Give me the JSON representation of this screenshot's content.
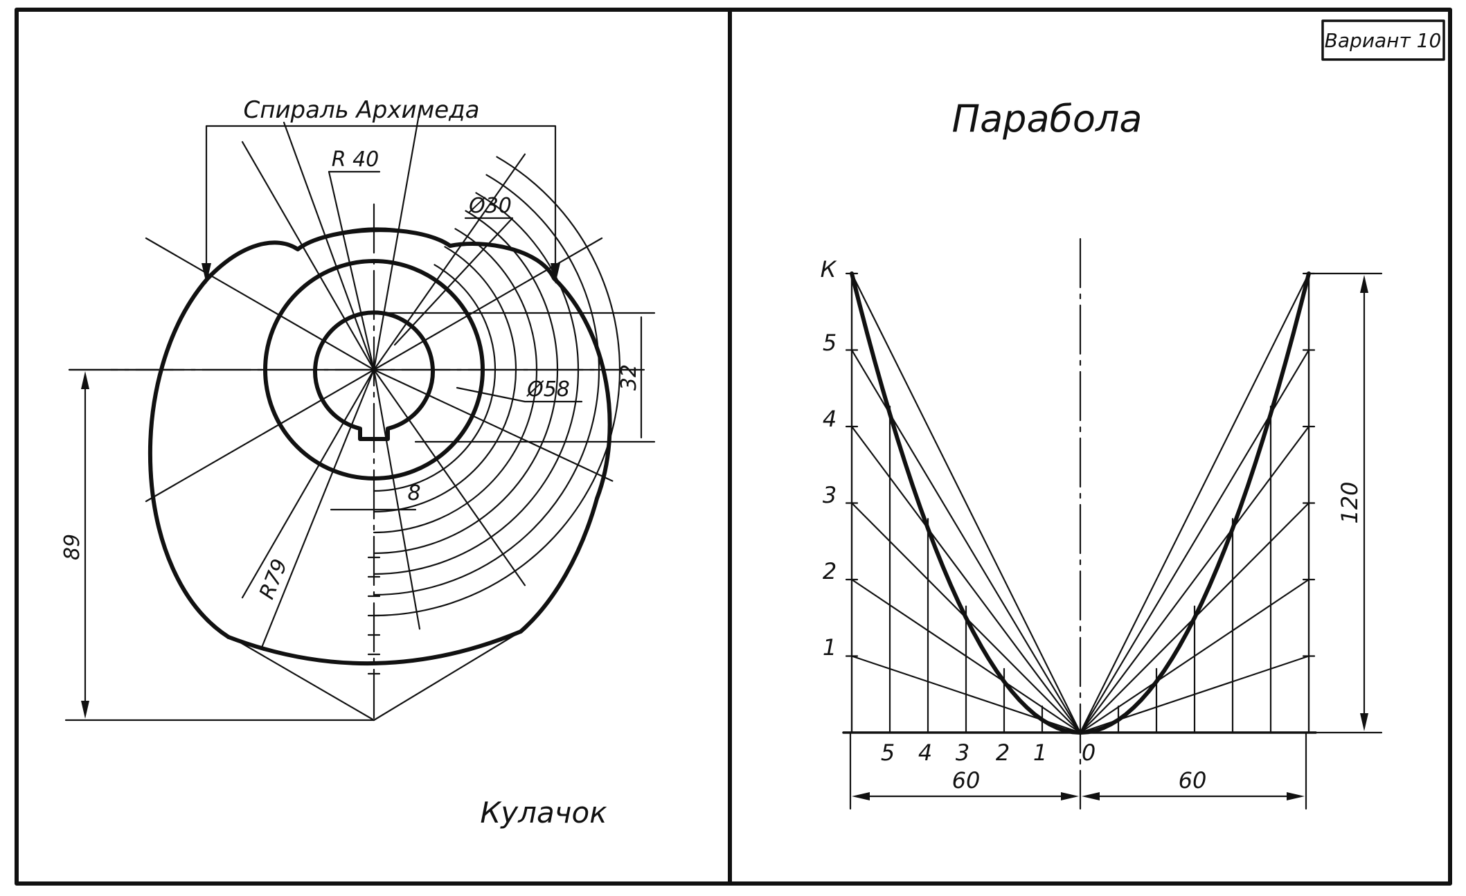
{
  "variant_label": "Вариант 10",
  "cam": {
    "caption": "Кулачок",
    "spiral_label": "Спираль Архимеда",
    "dim_r40": "R 40",
    "dim_d30": "Ø30",
    "dim_d58": "Ø58",
    "dim_32": "32",
    "dim_8": "8",
    "dim_r79": "R79",
    "dim_89": "89"
  },
  "parabola": {
    "title": "Парабола",
    "y_marks": [
      "1",
      "2",
      "3",
      "4",
      "5",
      "К"
    ],
    "x_marks": [
      "5",
      "4",
      "3",
      "2",
      "1",
      "0"
    ],
    "dim_left": "60",
    "dim_right": "60",
    "dim_height": "120"
  }
}
